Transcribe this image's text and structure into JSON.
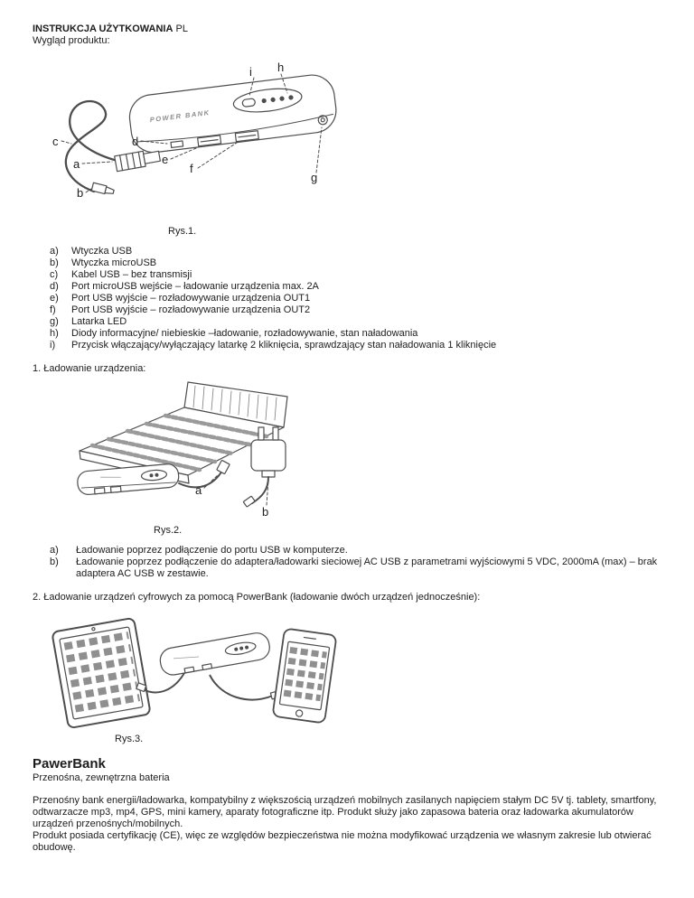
{
  "page": {
    "title_bold": "INSTRUKCJA UŻYTKOWANIA",
    "title_rest": " PL",
    "subtitle": "Wygląd produktu:"
  },
  "figure1": {
    "device_text": "POWER BANK",
    "caption": "Rys.1.",
    "labels": {
      "a": "a",
      "b": "b",
      "c": "c",
      "d": "d",
      "e": "e",
      "f": "f",
      "g": "g",
      "h": "h",
      "i": "i"
    },
    "parts": [
      {
        "key": "a)",
        "text": "Wtyczka USB"
      },
      {
        "key": "b)",
        "text": "Wtyczka microUSB"
      },
      {
        "key": "c)",
        "text": "Kabel USB – bez transmisji"
      },
      {
        "key": "d)",
        "text": "Port microUSB wejście – ładowanie urządzenia max. 2A"
      },
      {
        "key": "e)",
        "text": "Port USB wyjście – rozładowywanie urządzenia OUT1"
      },
      {
        "key": "f)",
        "text": "Port USB wyjście – rozładowywanie urządzenia OUT2"
      },
      {
        "key": "g)",
        "text": "Latarka LED"
      },
      {
        "key": "h)",
        "text": "Diody informacyjne/ niebieskie –ładowanie, rozładowywanie, stan naładowania"
      },
      {
        "key": "i)",
        "text": "Przycisk włączający/wyłączający latarkę 2 kliknięcia, sprawdzający stan naładowania 1 kliknięcie"
      }
    ]
  },
  "section1": {
    "heading": "1. Ładowanie urządzenia:",
    "caption": "Rys.2.",
    "labels": {
      "a": "a",
      "b": "b"
    },
    "items": [
      {
        "key": "a)",
        "text": "Ładowanie poprzez podłączenie do portu USB w komputerze."
      },
      {
        "key": "b)",
        "text": "Ładowanie poprzez podłączenie do adaptera/ładowarki sieciowej AC USB z parametrami wyjściowymi 5 VDC, 2000mA (max) – brak adaptera AC USB w zestawie."
      }
    ]
  },
  "section2": {
    "heading": "2. Ładowanie urządzeń cyfrowych za pomocą PowerBank (ładowanie dwóch urządzeń jednocześnie):",
    "caption": "Rys.3."
  },
  "product": {
    "name": "PawerBank",
    "tagline": "Przenośna, zewnętrzna bateria",
    "description": "Przenośny bank energii/ładowarka, kompatybilny z większością urządzeń mobilnych zasilanych napięciem stałym DC 5V tj. tablety, smartfony, odtwarzacze mp3, mp4, GPS, mini kamery, aparaty fotograficzne itp. Produkt służy jako zapasowa bateria oraz ładowarka akumulatorów urządzeń przenośnych/mobilnych.",
    "safety": "Produkt posiada certyfikację (CE), więc ze względów bezpieczeństwa nie można modyfikować urządzenia we własnym zakresie lub otwierać obudowę."
  }
}
